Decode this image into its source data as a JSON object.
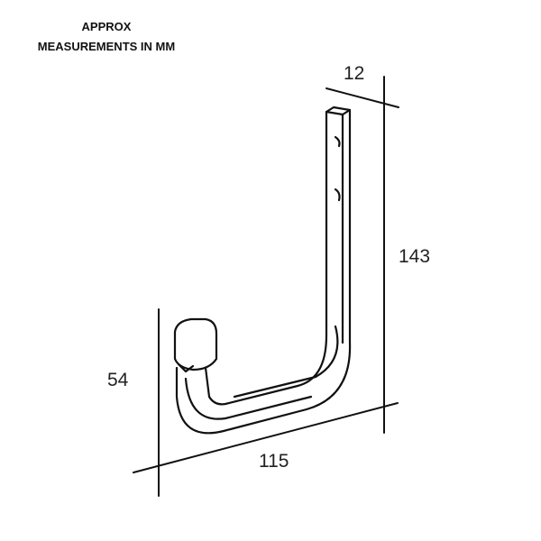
{
  "note": {
    "line1": "APPROX",
    "line2": "MEASUREMENTS IN MM"
  },
  "dimensions": {
    "depth": "12",
    "height": "143",
    "hook_height": "54",
    "length": "115"
  }
}
